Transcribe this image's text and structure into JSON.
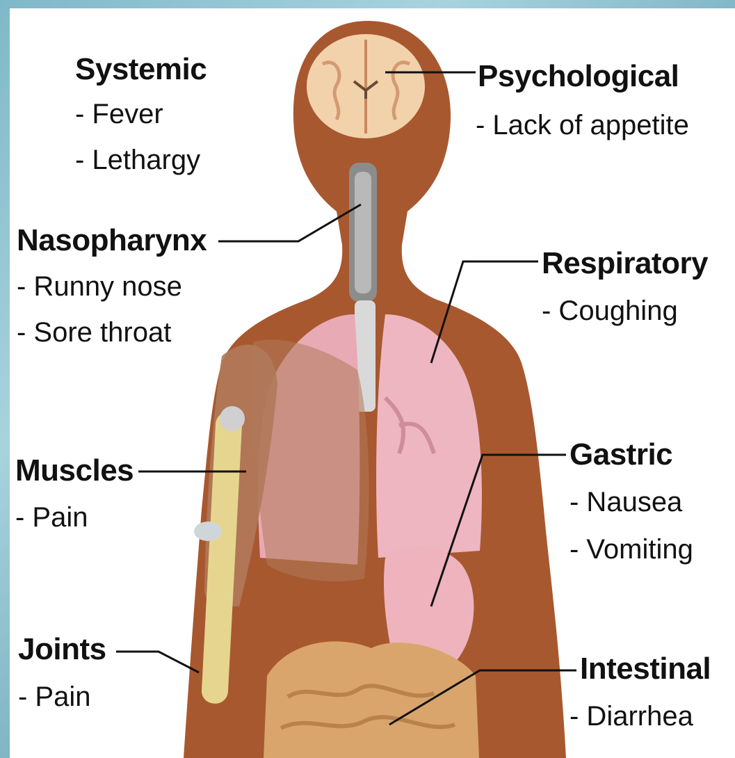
{
  "groups": {
    "systemic": {
      "title": "Systemic",
      "items": [
        "- Fever",
        "- Lethargy"
      ]
    },
    "psychological": {
      "title": "Psychological",
      "items": [
        "- Lack of appetite"
      ]
    },
    "nasopharynx": {
      "title": "Nasopharynx",
      "items": [
        "- Runny nose",
        "- Sore throat"
      ]
    },
    "respiratory": {
      "title": "Respiratory",
      "items": [
        "- Coughing"
      ]
    },
    "muscles": {
      "title": "Muscles",
      "items": [
        "- Pain"
      ]
    },
    "gastric": {
      "title": "Gastric",
      "items": [
        "- Nausea",
        "- Vomiting"
      ]
    },
    "joints": {
      "title": "Joints",
      "items": [
        "- Pain"
      ]
    },
    "intestinal": {
      "title": "Intestinal",
      "items": [
        "- Diarrhea"
      ]
    }
  },
  "colors": {
    "skin": "#a8582f",
    "lungs": "#e8aab5",
    "muscle": "#b07a5a",
    "bone": "#e6d58f",
    "intestine": "#d9a56c",
    "stomach": "#eeb3bd",
    "brain": "#f2d2aa",
    "leader_line": "#111111",
    "background": "#8cc3d1"
  }
}
